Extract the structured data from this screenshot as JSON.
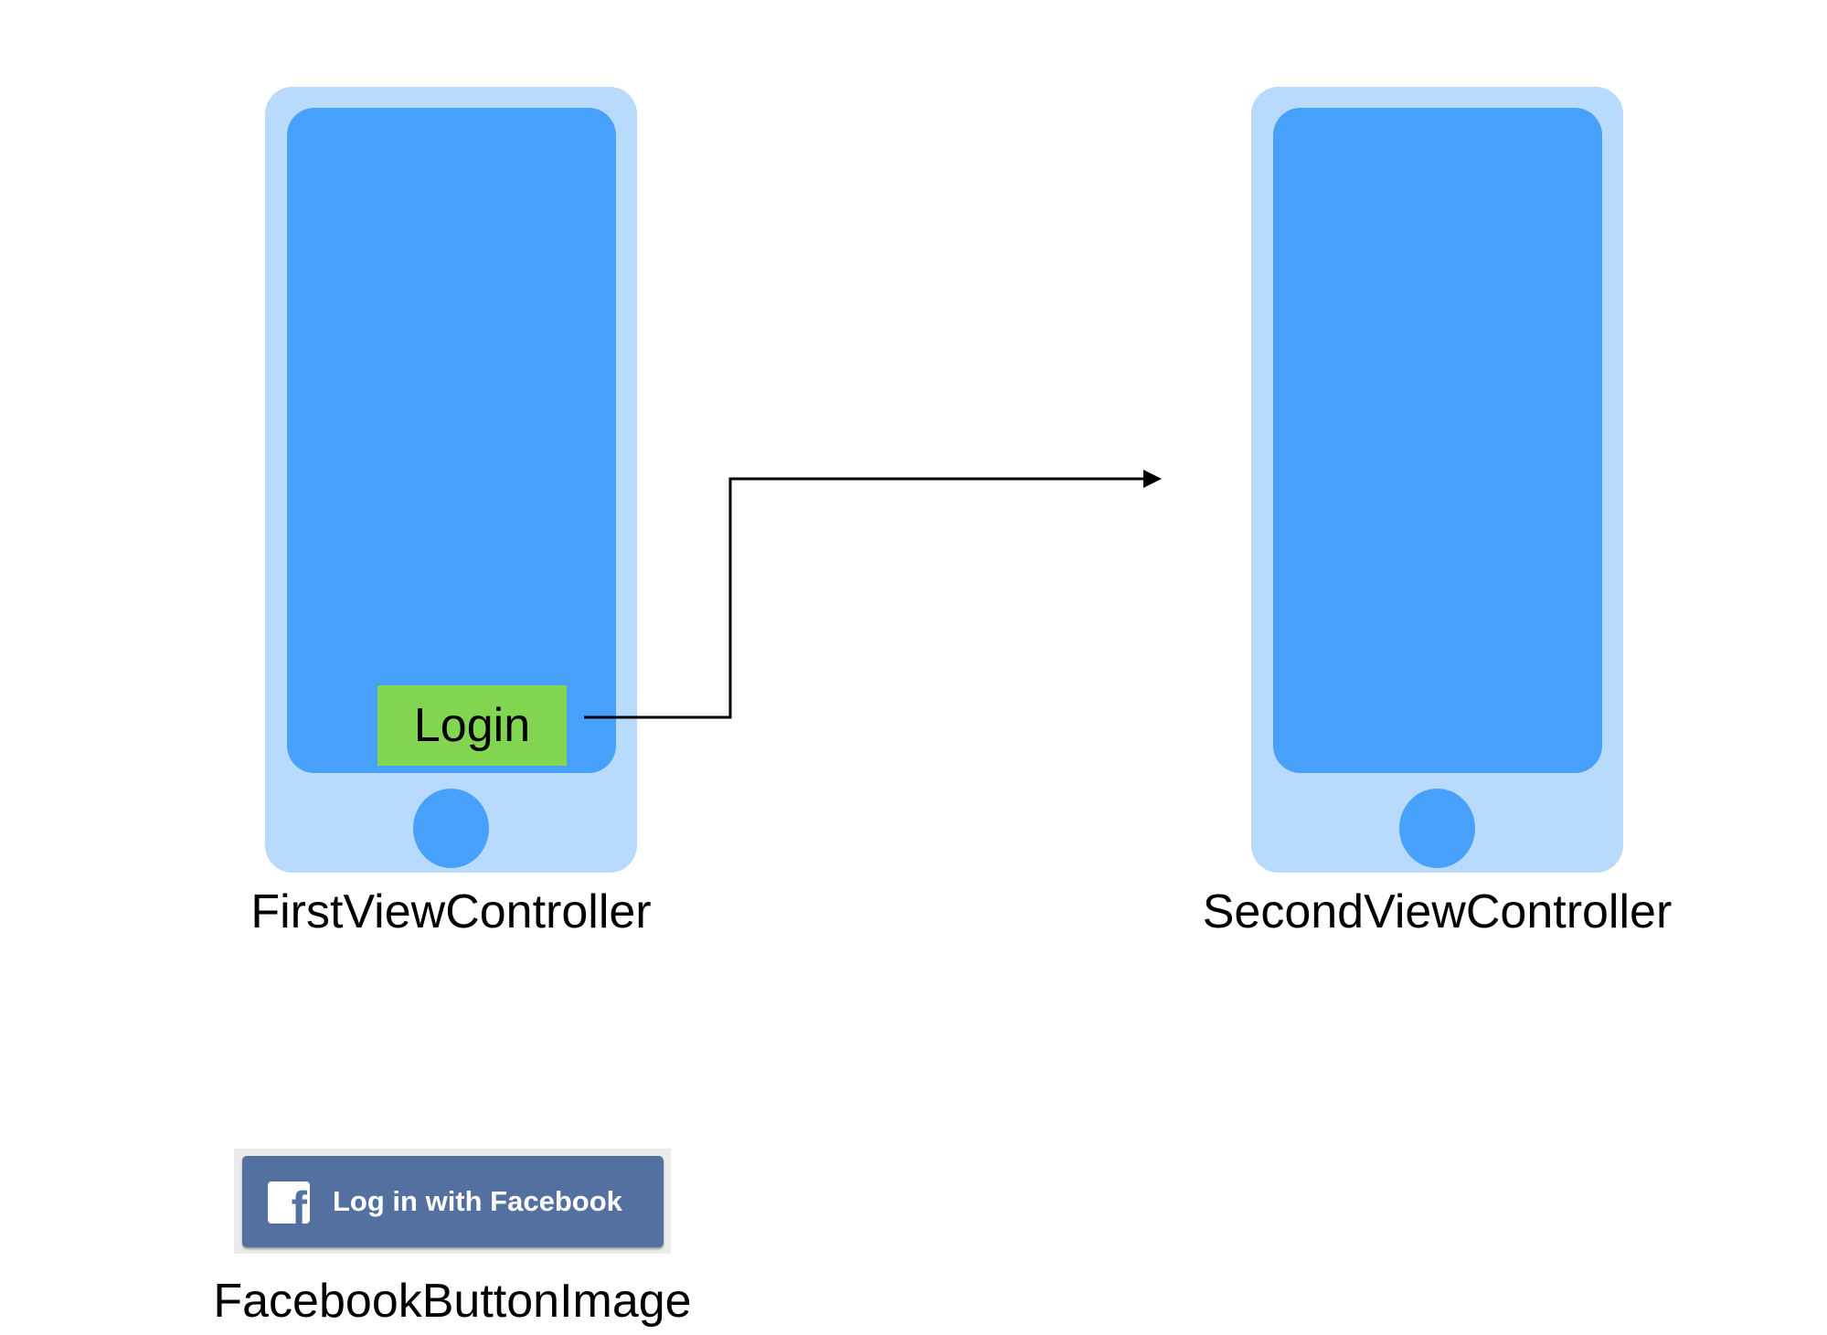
{
  "colors": {
    "background": "#ffffff",
    "phone_frame": "#b8dafc",
    "phone_screen": "#47a1fa",
    "login_button": "#81d550",
    "facebook_blue": "#5370a1",
    "arrow": "#000000"
  },
  "first_view": {
    "caption": "FirstViewController",
    "login_label": "Login"
  },
  "second_view": {
    "caption": "SecondViewController"
  },
  "facebook": {
    "icon_glyph": "f",
    "button_label": "Log in with Facebook",
    "caption": "FacebookButtonImage"
  },
  "icons": {
    "home_button": "circle-home-button-icon",
    "facebook_logo": "facebook-f-icon",
    "segue_arrow": "arrow-right-icon"
  }
}
